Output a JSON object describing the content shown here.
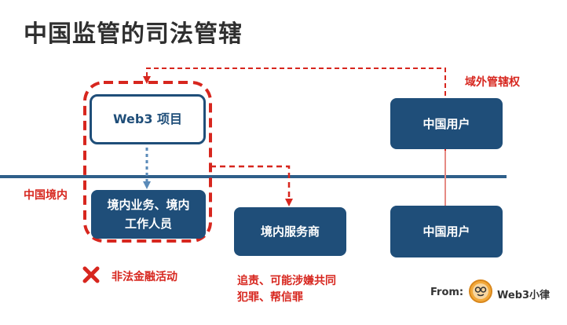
{
  "title": "中国监管的司法管辖",
  "labels": {
    "domestic": "中国境内",
    "extraterritorial": "域外管辖权",
    "illegal": "非法金融活动",
    "liability": "追责、可能涉嫌共同犯罪、帮信罪"
  },
  "nodes": {
    "web3_project": "Web3 项目",
    "domestic_business": "境内业务、境内工作人员",
    "service_provider": "境内服务商",
    "user_abroad": "中国用户",
    "user_domestic": "中国用户"
  },
  "attribution": {
    "from": "From:",
    "brand": "Web3小律"
  },
  "icons": {
    "illegal": "cross-icon",
    "brand": "avatar-icon"
  },
  "colors": {
    "box": "#1f4e79",
    "accent_red": "#d7261e",
    "divider": "#2e5f8a"
  }
}
